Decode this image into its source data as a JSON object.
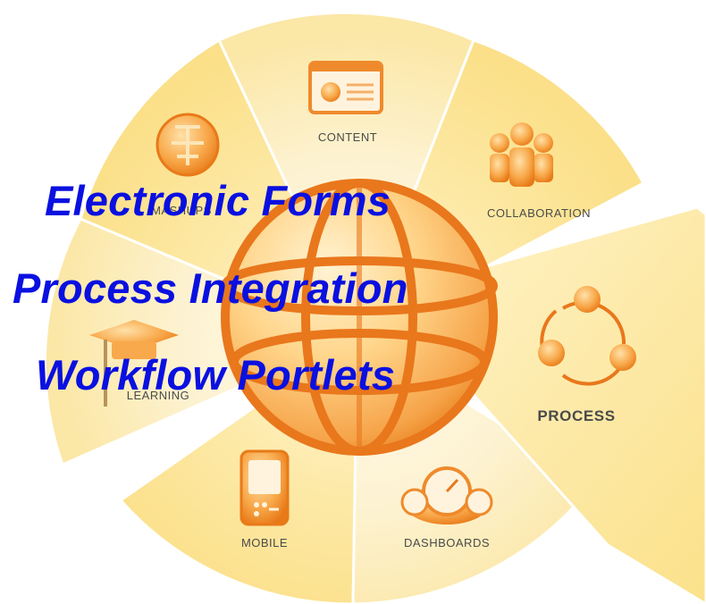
{
  "segments": {
    "content": "CONTENT",
    "collaboration": "COLLABORATION",
    "mashups": "MASHUPS",
    "process": "PROCESS",
    "learning": "LEARNING",
    "mobile": "MOBILE",
    "dashboards": "DASHBOARDS"
  },
  "overlay": {
    "line1": "Electronic Forms",
    "line2": "Process Integration",
    "line3": "Workflow Portlets"
  },
  "colors": {
    "wedge_light": "#fbe59a",
    "wedge_pale": "#fdf0c2",
    "globe_orange": "#f07a1a",
    "overlay_text": "#0a10e0"
  }
}
